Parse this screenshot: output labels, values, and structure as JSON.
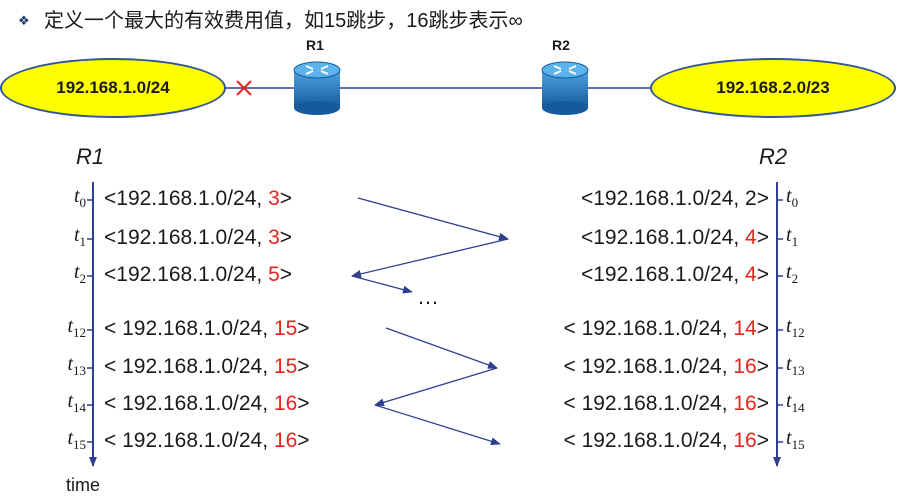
{
  "header": {
    "text": "定义一个最大的有效费用值，如15跳步，16跳步表示∞",
    "bullet": "❖"
  },
  "topology": {
    "left_network": "192.168.1.0/24",
    "right_network": "192.168.2.0/23",
    "router1": "R1",
    "router2": "R2",
    "link_failure_mark": "×"
  },
  "columns": {
    "r1_title": "R1",
    "r2_title": "R2",
    "time_label": "time"
  },
  "rows": [
    {
      "t": "0",
      "r1_prefix": "<192.168.1.0/24, ",
      "r1_metric": "3",
      "r1_metric_changed": true,
      "r2_prefix": "<192.168.1.0/24, ",
      "r2_metric": "2",
      "r2_metric_changed": false
    },
    {
      "t": "1",
      "r1_prefix": "<192.168.1.0/24, ",
      "r1_metric": "3",
      "r1_metric_changed": true,
      "r2_prefix": "<192.168.1.0/24, ",
      "r2_metric": "4",
      "r2_metric_changed": true
    },
    {
      "t": "2",
      "r1_prefix": "<192.168.1.0/24, ",
      "r1_metric": "5",
      "r1_metric_changed": true,
      "r2_prefix": "<192.168.1.0/24, ",
      "r2_metric": "4",
      "r2_metric_changed": true
    },
    {
      "t": "12",
      "r1_prefix": "< 192.168.1.0/24, ",
      "r1_metric": "15",
      "r1_metric_changed": true,
      "r2_prefix": "< 192.168.1.0/24, ",
      "r2_metric": "14",
      "r2_metric_changed": true
    },
    {
      "t": "13",
      "r1_prefix": "< 192.168.1.0/24, ",
      "r1_metric": "15",
      "r1_metric_changed": true,
      "r2_prefix": "< 192.168.1.0/24, ",
      "r2_metric": "16",
      "r2_metric_changed": true
    },
    {
      "t": "14",
      "r1_prefix": "< 192.168.1.0/24, ",
      "r1_metric": "16",
      "r1_metric_changed": true,
      "r2_prefix": "< 192.168.1.0/24, ",
      "r2_metric": "16",
      "r2_metric_changed": true
    },
    {
      "t": "15",
      "r1_prefix": "< 192.168.1.0/24, ",
      "r1_metric": "16",
      "r1_metric_changed": true,
      "r2_prefix": "< 192.168.1.0/24, ",
      "r2_metric": "16",
      "r2_metric_changed": true
    }
  ],
  "entry_suffix": ">",
  "time_symbol": "t",
  "ellipsis": "…",
  "colors": {
    "network_fill": "#ffff00",
    "network_border": "#2f5597",
    "router": "#1f78b4",
    "arrow": "#2f3f8f",
    "changed_metric": "#e8231b",
    "failure_mark": "#e8231b"
  }
}
